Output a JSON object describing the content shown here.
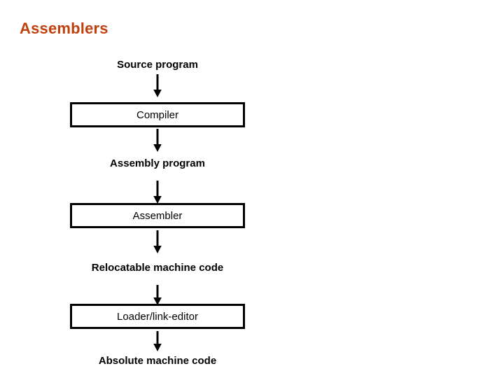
{
  "slide": {
    "title": "Assemblers",
    "title_color": "#c0400e",
    "background_color": "#ffffff",
    "text_color": "#000000"
  },
  "diagram": {
    "type": "vertical-flowchart",
    "orientation": "top-to-bottom",
    "arrow_glyph": "down-arrow",
    "steps": [
      {
        "kind": "label",
        "text": "Source program"
      },
      {
        "kind": "arrow",
        "text": "↓"
      },
      {
        "kind": "box",
        "text": "Compiler"
      },
      {
        "kind": "arrow",
        "text": "↓"
      },
      {
        "kind": "label",
        "text": "Assembly program"
      },
      {
        "kind": "arrow",
        "text": "↓"
      },
      {
        "kind": "box",
        "text": "Assembler"
      },
      {
        "kind": "arrow",
        "text": "↓"
      },
      {
        "kind": "label",
        "text": "Relocatable machine code"
      },
      {
        "kind": "arrow",
        "text": "↓"
      },
      {
        "kind": "box",
        "text": "Loader/link-editor"
      },
      {
        "kind": "arrow",
        "text": "↓"
      },
      {
        "kind": "label",
        "text": "Absolute machine code"
      }
    ],
    "labels": [
      "Source program",
      "Assembly program",
      "Relocatable machine code",
      "Absolute machine code"
    ],
    "boxes": [
      "Compiler",
      "Assembler",
      "Loader/link-editor"
    ]
  }
}
